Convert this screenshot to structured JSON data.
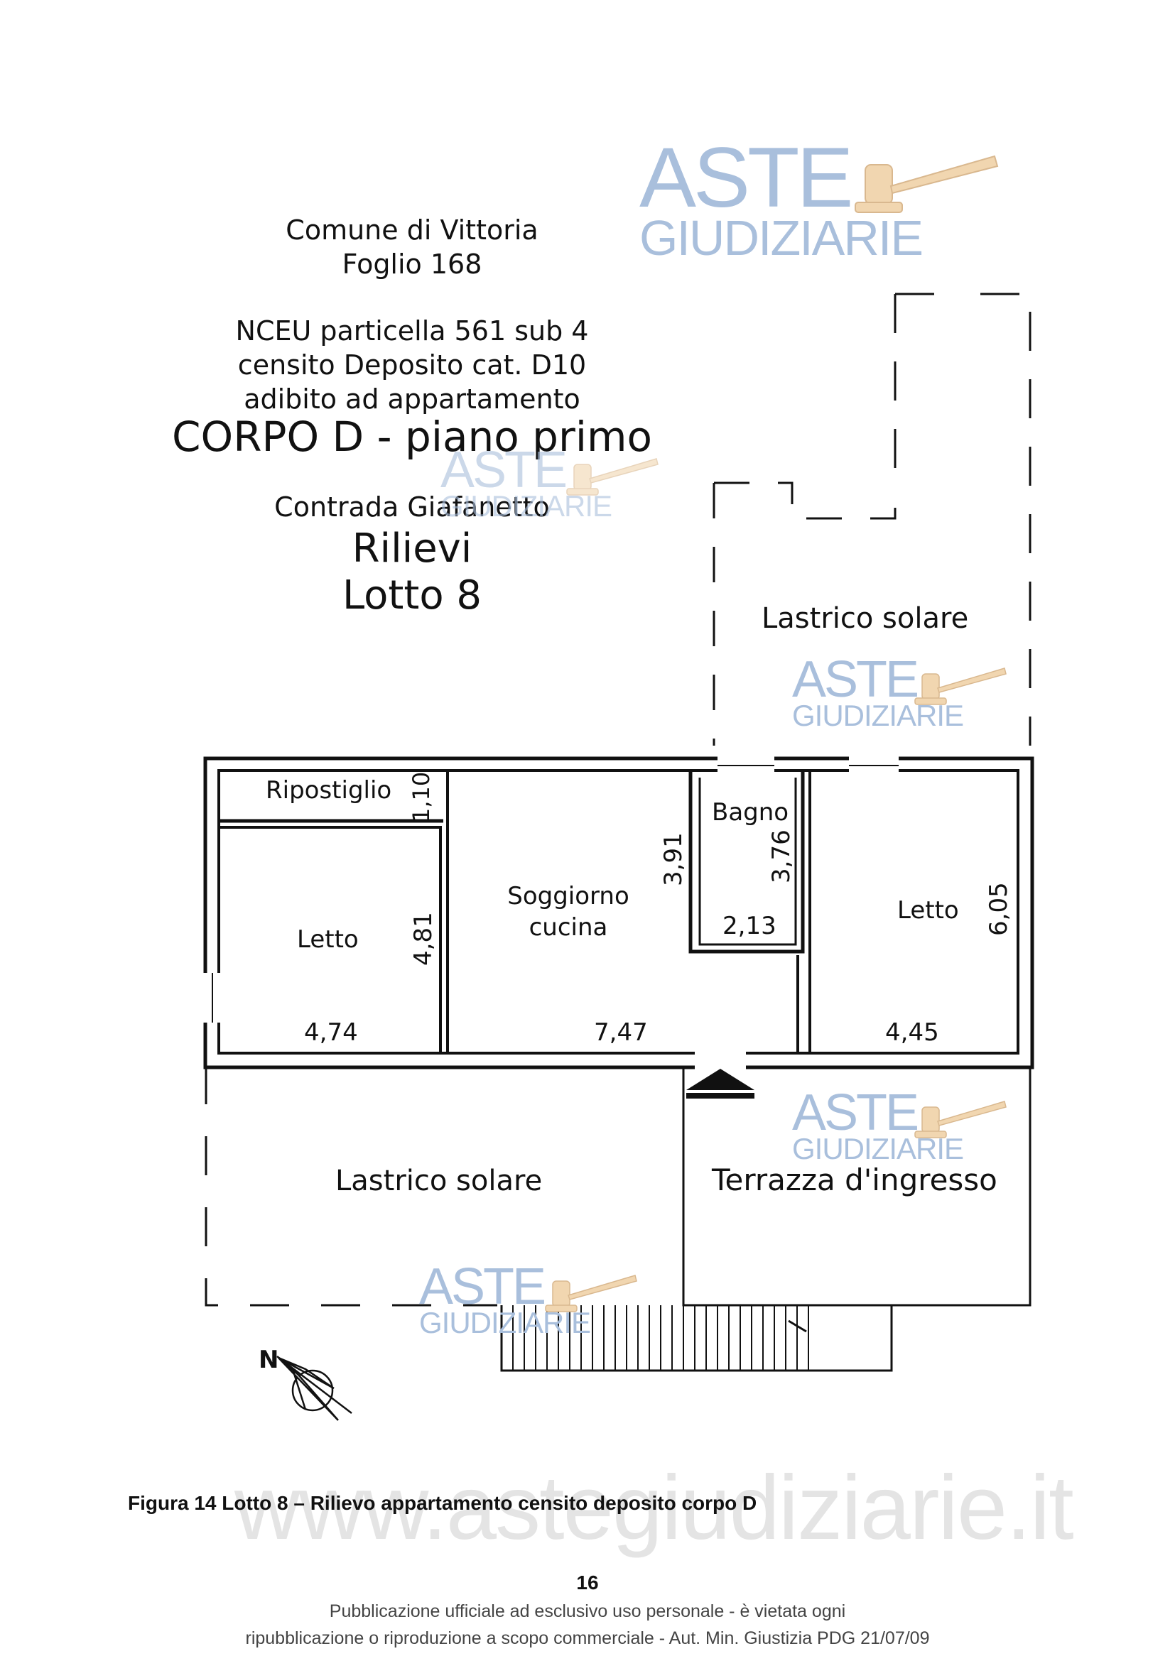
{
  "header": {
    "comune": "Comune di Vittoria",
    "foglio": "Foglio 168",
    "nceu": "NCEU particella 561 sub 4",
    "censito": "censito Deposito cat. D10",
    "adibito": "adibito ad appartamento",
    "corpo": "CORPO D - piano primo",
    "contrada": "Contrada Giafanetto",
    "rilievi": "Rilievi",
    "lotto": "Lotto 8"
  },
  "watermark": {
    "line1": "ASTE",
    "line2": "GIUDIZIARIE",
    "site": "www.astegiudiziarie.it",
    "color": "#a9bfdc"
  },
  "plan": {
    "rooms": {
      "ripostiglio": "Ripostiglio",
      "letto_left": "Letto",
      "soggiorno_1": "Soggiorno",
      "soggiorno_2": "cucina",
      "bagno": "Bagno",
      "letto_right": "Letto",
      "lastrico_top": "Lastrico solare",
      "lastrico_bottom": "Lastrico solare",
      "terrazza": "Terrazza d'ingresso"
    },
    "dimensions": {
      "rip_h": "1,10",
      "letto_left_w": "4,74",
      "letto_left_h": "4,81",
      "soggiorno_w": "7,47",
      "soggiorno_h": "3,91",
      "bagno_h": "3,76",
      "bagno_w": "2,13",
      "letto_right_w": "4,45",
      "letto_right_h": "6,05"
    },
    "north": "N"
  },
  "caption": "Figura 14 Lotto 8 – Rilievo appartamento censito deposito corpo D",
  "page_number": "16",
  "footer": {
    "line1": "Pubblicazione ufficiale ad esclusivo uso personale - è vietata ogni",
    "line2": "ripubblicazione o riproduzione a scopo commerciale - Aut. Min. Giustizia PDG 21/07/09"
  }
}
